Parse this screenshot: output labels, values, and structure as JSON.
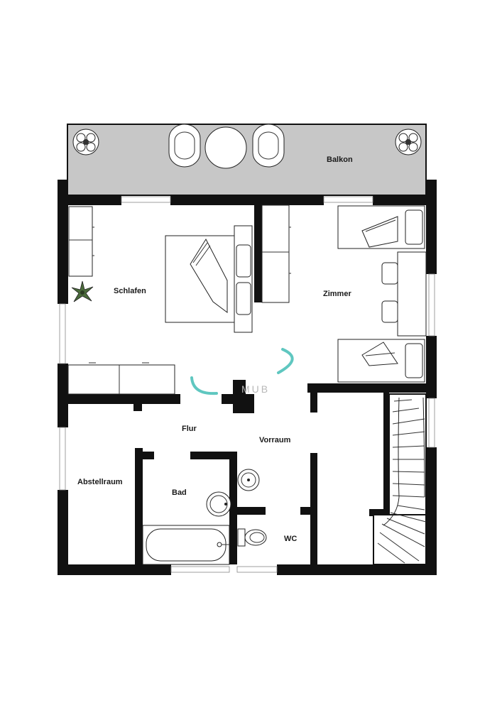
{
  "rooms": {
    "balkon": "Balkon",
    "schlafen": "Schlafen",
    "zimmer": "Zimmer",
    "flur": "Flur",
    "vorraum": "Vorraum",
    "abstellraum": "Abstellraum",
    "bad": "Bad",
    "wc": "WC"
  },
  "watermark": {
    "text": "MUB"
  },
  "colors": {
    "wall": "#111111",
    "balcony_fill": "#c7c7c7",
    "watermark_teal": "#5fc7c0"
  },
  "icons": [
    "plant-icon",
    "chair-icon",
    "table-icon",
    "bed-icon",
    "bathtub-icon",
    "sink-icon",
    "toilet-icon",
    "staircase-icon"
  ]
}
